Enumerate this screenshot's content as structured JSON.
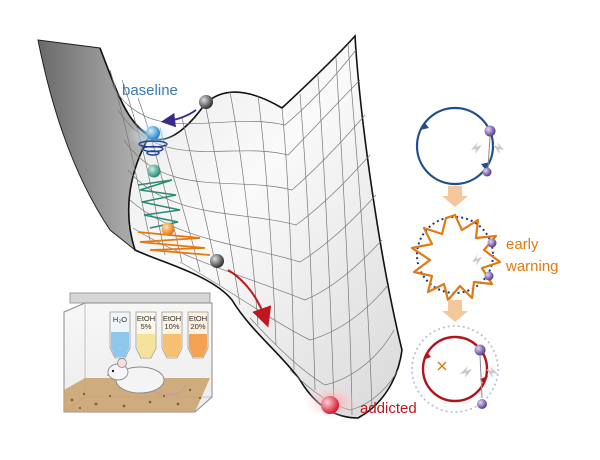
{
  "labels": {
    "baseline": "baseline",
    "addicted": "addicted",
    "early_warning_line1": "early",
    "early_warning_line2": "warning"
  },
  "bottles": [
    {
      "line1": "H₂O",
      "line2": ""
    },
    {
      "line1": "EtOH",
      "line2": "5%"
    },
    {
      "line1": "EtOH",
      "line2": "10%"
    },
    {
      "line1": "EtOH",
      "line2": "20%"
    }
  ],
  "colors": {
    "baseline": "#3a7ab8",
    "addicted": "#c0161f",
    "early_warning": "#e07a10",
    "basin_ball": "#3a95cc",
    "teal_ball": "#2f8f7c",
    "orange_ball": "#f08a1c",
    "grey_ball": "#444444",
    "red_ball": "#e22a3a",
    "orbit_blue": "#1f4e8c",
    "orbit_orange": "#e07a10",
    "orbit_red": "#b0141d",
    "purple_ball": "#6a4a9c",
    "step_arrow": "#f6c79a"
  },
  "icons": [
    "down-arrow-icon",
    "curved-arrow-icon",
    "ball-icon",
    "mouse-icon"
  ]
}
